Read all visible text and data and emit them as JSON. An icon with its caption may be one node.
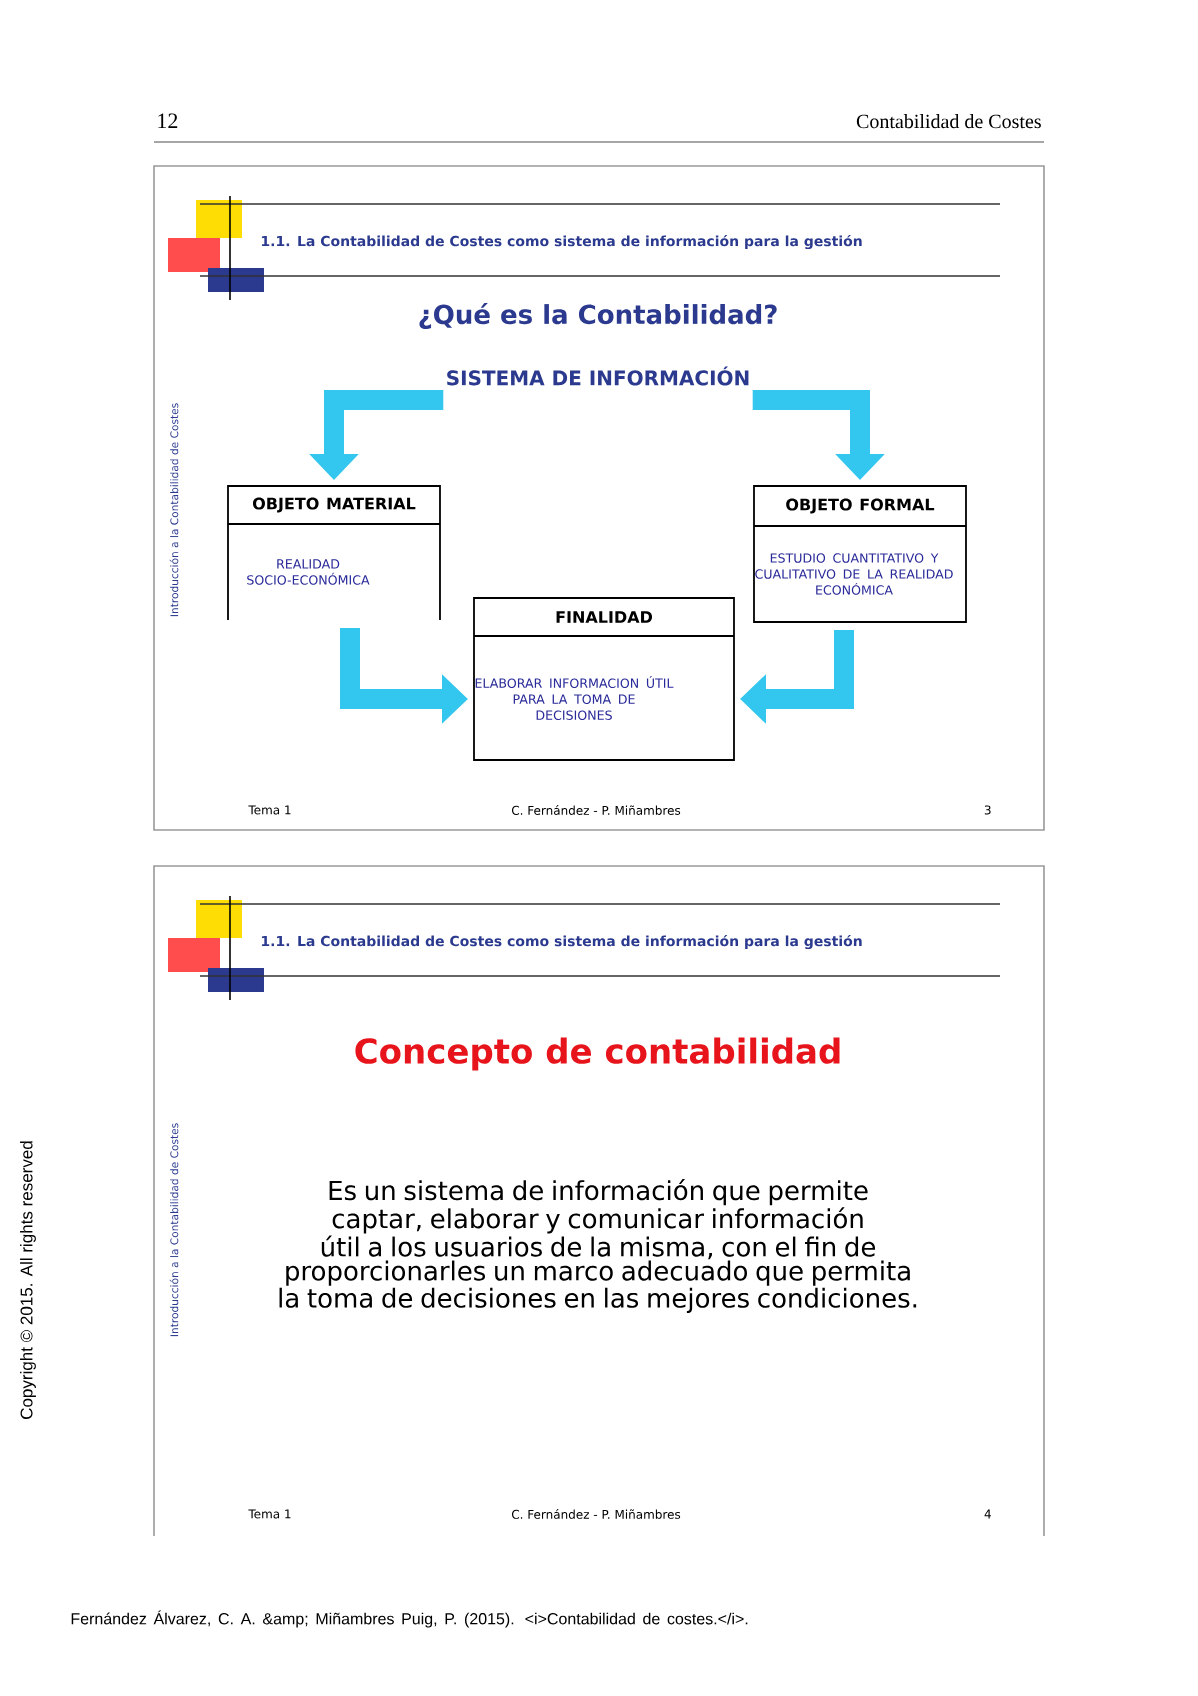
{
  "diagram": {
    "nodes": [
      {
        "text": [
          "SISTEMA DE INFORMACIÓN"
        ]
      },
      {
        "text": [
          "OBJETO MATERIAL",
          "REALIDAD SOCIO-ECONÓMICA"
        ]
      },
      {
        "text": [
          "OBJETO FORMAL",
          "ESTUDIO CUANTITATIVO Y CUALITATIVO DE LA REALIDAD ECONÓMICA"
        ]
      },
      {
        "text": [
          "FINALIDAD",
          "ELABORAR INFORMACION ÚTIL PARA LA TOMA DE DECISIONES"
        ]
      }
    ],
    "edges": [
      {
        "from": 0,
        "to": 1,
        "arrow": "to"
      },
      {
        "from": 0,
        "to": 2,
        "arrow": "to"
      },
      {
        "from": 1,
        "to": 3,
        "arrow": "to"
      },
      {
        "from": 2,
        "to": 3,
        "arrow": "to"
      }
    ],
    "labels": [
      "12",
      "Contabilidad de Costes",
      "1.1. La Contabilidad de Costes como sistema de información para la gestión",
      "¿Qué es la Contabilidad?",
      "Introducción a la Contabilidad de Costes",
      "Tema 1",
      "C. Fernández - P. Miñambres",
      "3",
      "1.1. La Contabilidad de Costes como sistema de información para la gestión",
      "Concepto de contabilidad",
      "Introducción a la Contabilidad de Costes",
      "Es un sistema de información que permite captar, elaborar y comunicar información útil a los usuarios de la misma, con el fin de proporcionarles un marco adecuado que permita la toma de decisiones en las mejores condiciones.",
      "Tema 1",
      "C. Fernández - P. Miñambres",
      "4",
      "Copyright © 2015. All rights reserved",
      "Fernández Álvarez, C. A. &amp; Miñambres Puig, P. (2015). <i>Contabilidad de costes.</i>."
    ]
  }
}
